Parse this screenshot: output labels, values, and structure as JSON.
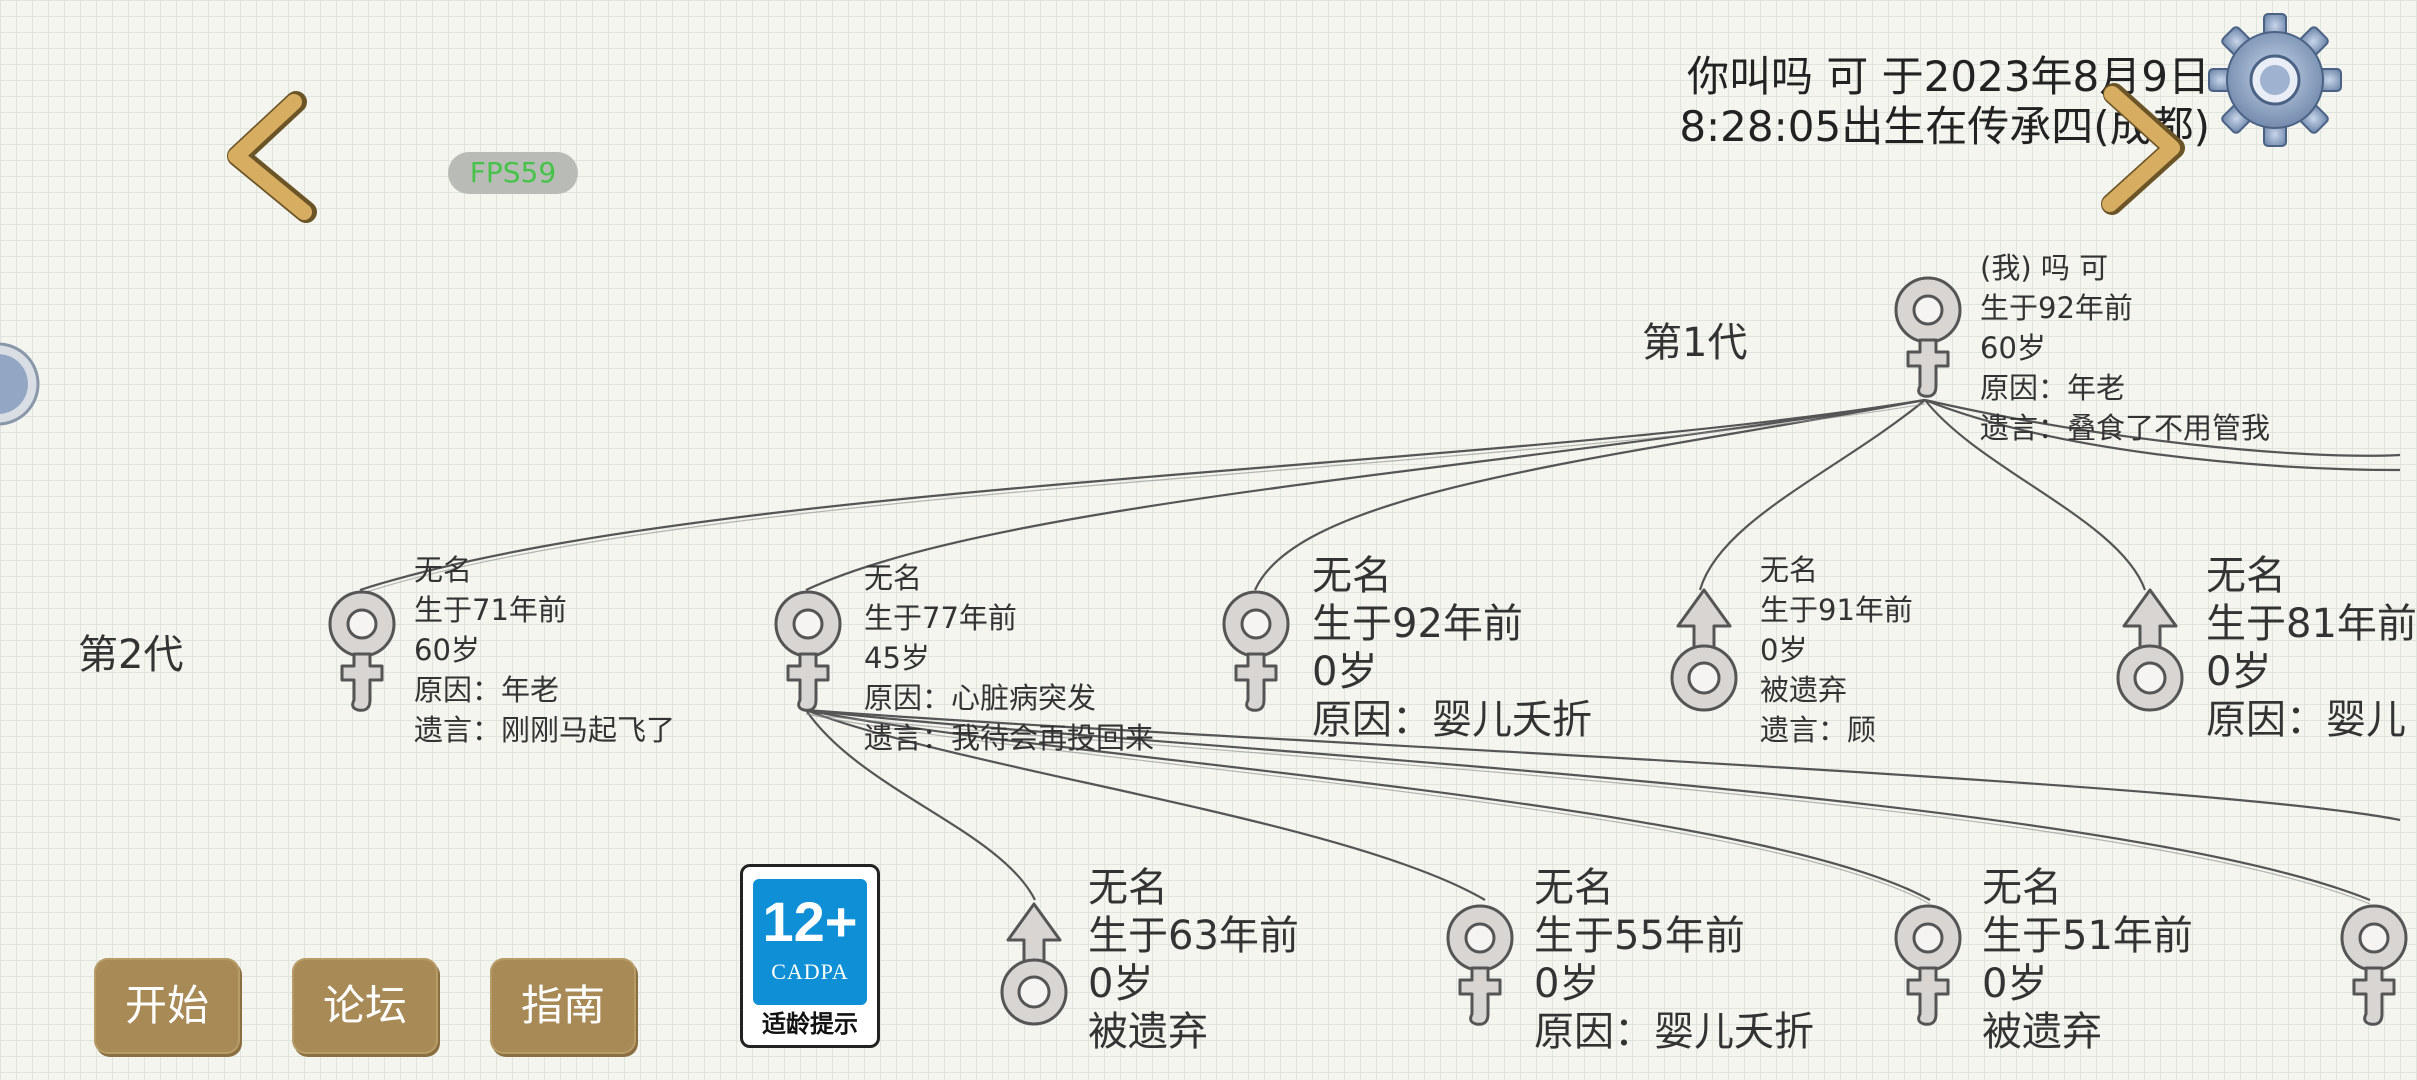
{
  "header": {
    "fps": "FPS59",
    "birth_line1": "你叫吗 可 于2023年8月9日",
    "birth_line2": "8:28:05出生在传承四(成都)"
  },
  "icons": {
    "prev": "chevron-left-icon",
    "next": "chevron-right-icon",
    "settings": "gear-icon",
    "female": "female-symbol-icon",
    "male": "male-symbol-icon"
  },
  "colors": {
    "accent_button": "#a88a57",
    "fps_text": "#46c44a",
    "badge_blue": "#0f8fd6"
  },
  "generations": {
    "gen1": "第1代",
    "gen2": "第2代"
  },
  "tree": {
    "root": {
      "gender": "female",
      "lines": [
        "(我) 吗 可",
        "生于92年前",
        "60岁",
        "原因：年老",
        "遗言：叠食了不用管我"
      ]
    },
    "gen2": [
      {
        "gender": "female",
        "lines": [
          "无名",
          "生于71年前",
          "60岁",
          "原因：年老",
          "遗言：刚刚马起飞了"
        ]
      },
      {
        "gender": "female",
        "lines": [
          "无名",
          "生于77年前",
          "45岁",
          "原因：心脏病突发",
          "遗言：我待会再投回来"
        ]
      },
      {
        "gender": "female",
        "lines": [
          "无名",
          "生于92年前",
          "0岁",
          "原因：婴儿夭折"
        ]
      },
      {
        "gender": "male",
        "lines": [
          "无名",
          "生于91年前",
          "0岁",
          "被遗弃",
          "遗言：顾"
        ]
      },
      {
        "gender": "male",
        "lines": [
          "无名",
          "生于81年前",
          "0岁",
          "原因：婴儿"
        ]
      }
    ],
    "gen3": [
      {
        "gender": "male",
        "lines": [
          "无名",
          "生于63年前",
          "0岁",
          "被遗弃"
        ]
      },
      {
        "gender": "female",
        "lines": [
          "无名",
          "生于55年前",
          "0岁",
          "原因：婴儿夭折"
        ]
      },
      {
        "gender": "female",
        "lines": [
          "无名",
          "生于51年前",
          "0岁",
          "被遗弃"
        ]
      },
      {
        "gender": "female",
        "lines": []
      }
    ]
  },
  "menu": {
    "start": "开始",
    "forum": "论坛",
    "guide": "指南"
  },
  "age_rating": {
    "rating": "12+",
    "org": "CADPA",
    "tip": "适龄提示"
  }
}
